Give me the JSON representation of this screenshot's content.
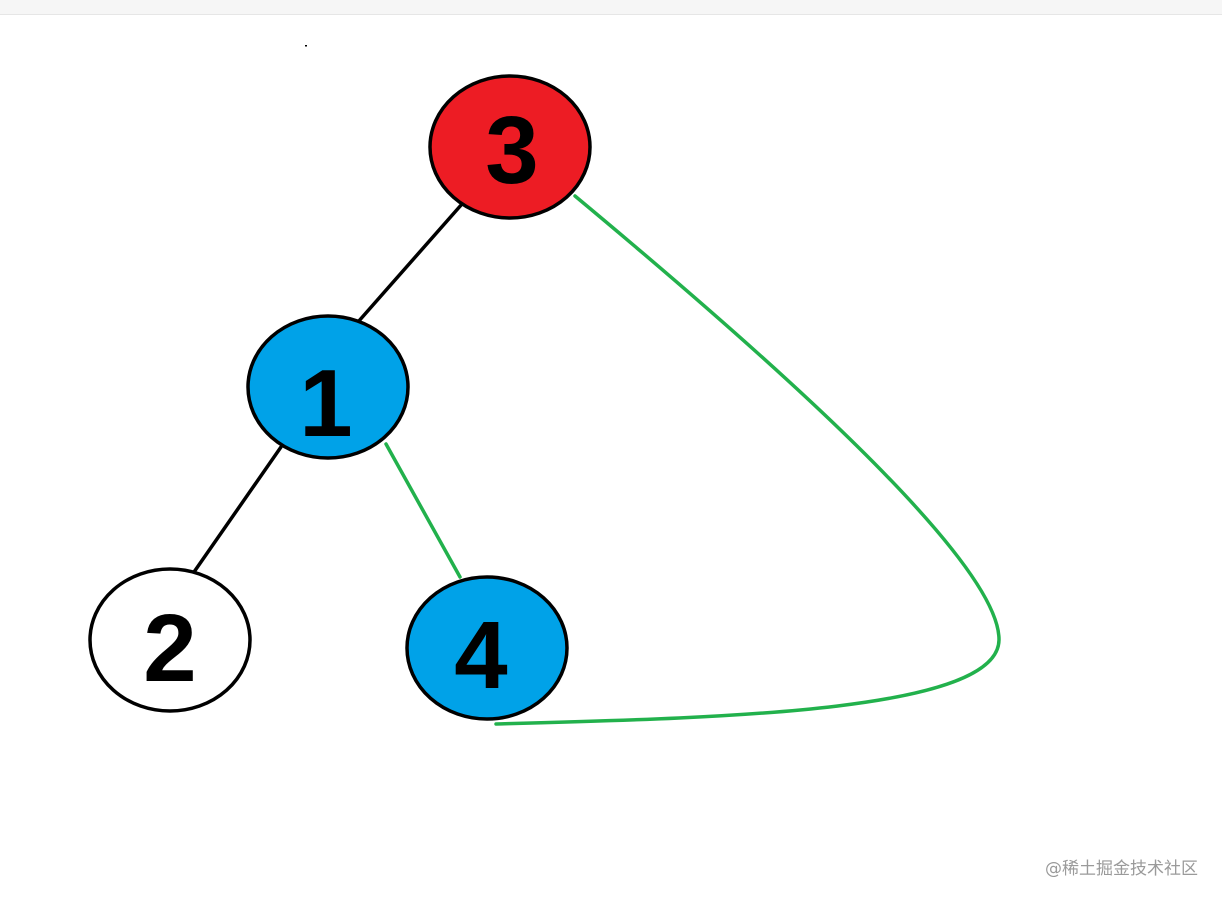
{
  "diagram": {
    "nodes": [
      {
        "id": "node-3",
        "label": "3",
        "fill": "#ed1c24"
      },
      {
        "id": "node-1",
        "label": "1",
        "fill": "#00a2e8"
      },
      {
        "id": "node-2",
        "label": "2",
        "fill": "#ffffff"
      },
      {
        "id": "node-4",
        "label": "4",
        "fill": "#00a2e8"
      }
    ],
    "edges": [
      {
        "from": "3",
        "to": "1",
        "color": "#000000"
      },
      {
        "from": "1",
        "to": "2",
        "color": "#000000"
      },
      {
        "from": "1",
        "to": "4",
        "color": "#22b14c"
      },
      {
        "from": "3",
        "to": "4",
        "color": "#22b14c"
      }
    ]
  },
  "watermark": "@稀土掘金技术社区"
}
